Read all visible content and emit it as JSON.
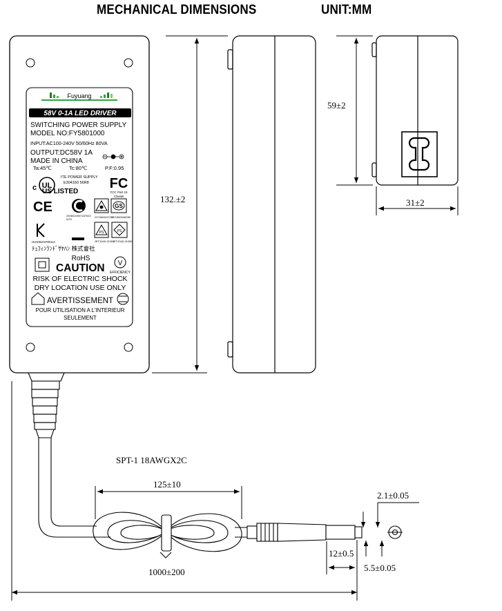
{
  "header": {
    "title": "MECHANICAL DIMENSIONS",
    "unit": "UNIT:MM"
  },
  "dimensions": {
    "length": "132.±2",
    "height": "59±2",
    "width": "31±2",
    "cable_type": "SPT-1 18AWGX2C",
    "coil_width": "125±10",
    "cable_length": "1000±200",
    "plug_length": "12±0.5",
    "inner_diameter": "2.1±0.05",
    "outer_diameter": "5.5±0.05"
  },
  "label": {
    "brand": "Fuyuang",
    "product": "58V 0-1A LED DRIVER",
    "line1": "SWITCHING POWER SUPPLY",
    "model": "MODEL NO:FY5801000",
    "input": "INPUT:AC100-240V 50/60Hz 80VA",
    "output": "OUTPUT:DC58V 1A",
    "made_in": "MADE IN CHINA",
    "ta": "Ta:45℃",
    "tc": "Tc:80℃",
    "pf": "P.F:0.95",
    "ite": "ITE POWER SUPPLY",
    "ul_file": "E304160 56R8",
    "us_listed": "US LISTED",
    "fcc_note": "FCC Part 15",
    "fcc_class": "ClassB",
    "ce": "CE",
    "ccc_no1": "2006010907187023",
    "ccc_no2": "NTS",
    "code_a": "GY1560047202",
    "code_b": "GY1560048280",
    "kc_no": "HU10810478011A",
    "pse_no1": "JET2045-31051",
    "pse_no2": "JET2045-31050",
    "japanese": "ﾃｭﾌｨﾝﾗﾝﾄﾞｻﾔﾊﾝ 株式會社",
    "rohs": "RoHS",
    "caution": "CAUTION",
    "efficiency_mark": "V",
    "efficiency": "EFFICIENCY",
    "risk": "RISK OF ELECTRIC SHOCK",
    "dry": "DRY LOCATION USE ONLY",
    "avert": "AVERTISSEMENT",
    "pour": "POUR UTILISATION A L'INTERIEUR",
    "seulement": "SEULEMENT"
  },
  "colors": {
    "line": "#000000",
    "brand_text": "#000000",
    "bars": [
      "#1f7a2c",
      "#2ea33f",
      "#45c14f",
      "#6fd264",
      "#9be07a"
    ]
  }
}
